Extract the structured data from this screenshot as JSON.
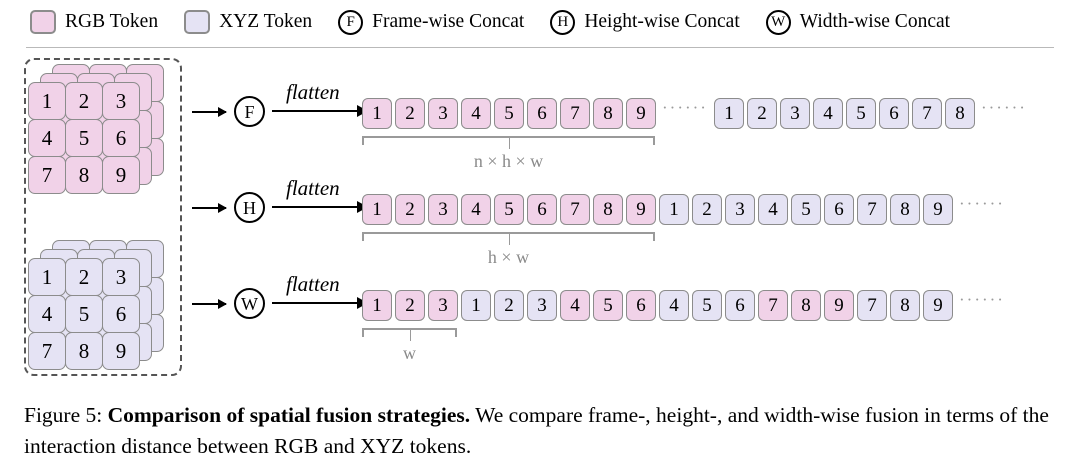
{
  "legend": {
    "items": [
      {
        "kind": "swatch",
        "color": "#f1d2e8",
        "label": "RGB Token",
        "icon": "pink-square-icon"
      },
      {
        "kind": "swatch",
        "color": "#e5e3f4",
        "label": "XYZ Token",
        "icon": "blue-square-icon"
      },
      {
        "kind": "circle",
        "glyph": "F",
        "label": "Frame-wise Concat",
        "icon": "circle-f-icon"
      },
      {
        "kind": "circle",
        "glyph": "H",
        "label": "Height-wise Concat",
        "icon": "circle-h-icon"
      },
      {
        "kind": "circle",
        "glyph": "W",
        "label": "Width-wise Concat",
        "icon": "circle-w-icon"
      }
    ]
  },
  "source": {
    "rgb_grid": {
      "type": "RGB",
      "values": [
        1,
        2,
        3,
        4,
        5,
        6,
        7,
        8,
        9
      ],
      "layers": 3,
      "color": "#f1d2e8"
    },
    "xyz_grid": {
      "type": "XYZ",
      "values": [
        1,
        2,
        3,
        4,
        5,
        6,
        7,
        8,
        9
      ],
      "layers": 3,
      "color": "#e5e3f4"
    }
  },
  "flatten_label": "flatten",
  "rows": [
    {
      "mode": "F",
      "mode_name": "Frame-wise Concat",
      "tokens": [
        {
          "t": "rgb",
          "v": "1"
        },
        {
          "t": "rgb",
          "v": "2"
        },
        {
          "t": "rgb",
          "v": "3"
        },
        {
          "t": "rgb",
          "v": "4"
        },
        {
          "t": "rgb",
          "v": "5"
        },
        {
          "t": "rgb",
          "v": "6"
        },
        {
          "t": "rgb",
          "v": "7"
        },
        {
          "t": "rgb",
          "v": "8"
        },
        {
          "t": "rgb",
          "v": "9"
        },
        {
          "t": "dots",
          "v": "······"
        },
        {
          "t": "xyz",
          "v": "1"
        },
        {
          "t": "xyz",
          "v": "2"
        },
        {
          "t": "xyz",
          "v": "3"
        },
        {
          "t": "xyz",
          "v": "4"
        },
        {
          "t": "xyz",
          "v": "5"
        },
        {
          "t": "xyz",
          "v": "6"
        },
        {
          "t": "xyz",
          "v": "7"
        },
        {
          "t": "xyz",
          "v": "8"
        },
        {
          "t": "dots",
          "v": "······"
        }
      ],
      "bracket": {
        "label": "n × h × w",
        "span_tokens": 9
      }
    },
    {
      "mode": "H",
      "mode_name": "Height-wise Concat",
      "tokens": [
        {
          "t": "rgb",
          "v": "1"
        },
        {
          "t": "rgb",
          "v": "2"
        },
        {
          "t": "rgb",
          "v": "3"
        },
        {
          "t": "rgb",
          "v": "4"
        },
        {
          "t": "rgb",
          "v": "5"
        },
        {
          "t": "rgb",
          "v": "6"
        },
        {
          "t": "rgb",
          "v": "7"
        },
        {
          "t": "rgb",
          "v": "8"
        },
        {
          "t": "rgb",
          "v": "9"
        },
        {
          "t": "xyz",
          "v": "1"
        },
        {
          "t": "xyz",
          "v": "2"
        },
        {
          "t": "xyz",
          "v": "3"
        },
        {
          "t": "xyz",
          "v": "4"
        },
        {
          "t": "xyz",
          "v": "5"
        },
        {
          "t": "xyz",
          "v": "6"
        },
        {
          "t": "xyz",
          "v": "7"
        },
        {
          "t": "xyz",
          "v": "8"
        },
        {
          "t": "xyz",
          "v": "9"
        },
        {
          "t": "dots",
          "v": "······"
        }
      ],
      "bracket": {
        "label": "h × w",
        "span_tokens": 9
      }
    },
    {
      "mode": "W",
      "mode_name": "Width-wise Concat",
      "tokens": [
        {
          "t": "rgb",
          "v": "1"
        },
        {
          "t": "rgb",
          "v": "2"
        },
        {
          "t": "rgb",
          "v": "3"
        },
        {
          "t": "xyz",
          "v": "1"
        },
        {
          "t": "xyz",
          "v": "2"
        },
        {
          "t": "xyz",
          "v": "3"
        },
        {
          "t": "rgb",
          "v": "4"
        },
        {
          "t": "rgb",
          "v": "5"
        },
        {
          "t": "rgb",
          "v": "6"
        },
        {
          "t": "xyz",
          "v": "4"
        },
        {
          "t": "xyz",
          "v": "5"
        },
        {
          "t": "xyz",
          "v": "6"
        },
        {
          "t": "rgb",
          "v": "7"
        },
        {
          "t": "rgb",
          "v": "8"
        },
        {
          "t": "rgb",
          "v": "9"
        },
        {
          "t": "xyz",
          "v": "7"
        },
        {
          "t": "xyz",
          "v": "8"
        },
        {
          "t": "xyz",
          "v": "9"
        },
        {
          "t": "dots",
          "v": "······"
        }
      ],
      "bracket": {
        "label": "w",
        "span_tokens": 3
      }
    }
  ],
  "caption": {
    "figure_number": "Figure 5:",
    "title": "Comparison of spatial fusion strategies.",
    "body": "We compare frame-, height-, and width-wise fusion in terms of the interaction distance between RGB and XYZ tokens."
  },
  "colors": {
    "rgb_token": "#f1d2e8",
    "xyz_token": "#e5e3f4",
    "token_border": "#8c8c8c",
    "bracket": "#9a9a9a",
    "dashed_box": "#555555"
  }
}
